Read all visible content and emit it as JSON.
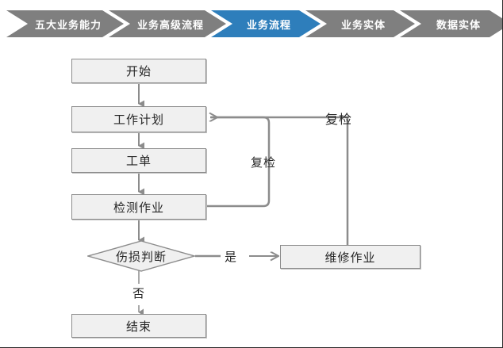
{
  "breadcrumb": {
    "active_color": "#2e7ebb",
    "inactive_color": "#7f7f7f",
    "text_color": "#ffffff",
    "items": [
      {
        "label": "五大业务能力",
        "active": false
      },
      {
        "label": "业务高级流程",
        "active": false
      },
      {
        "label": "业务流程",
        "active": true
      },
      {
        "label": "业务实体",
        "active": false
      },
      {
        "label": "数据实体",
        "active": false
      }
    ]
  },
  "flowchart": {
    "node_fill": "#f0f0f0",
    "node_border": "#8c8c8c",
    "edge_color": "#8c8c8c",
    "text_color": "#262626",
    "nodes": {
      "start": "开始",
      "work_plan": "工作计划",
      "work_order": "工单",
      "inspection_task": "检测作业",
      "damage_decision": "伤损判断",
      "repair_task": "维修作业",
      "end": "结束"
    },
    "edge_labels": {
      "recheck_inner": "复检",
      "recheck_outer": "复检",
      "yes": "是",
      "no": "否"
    }
  }
}
